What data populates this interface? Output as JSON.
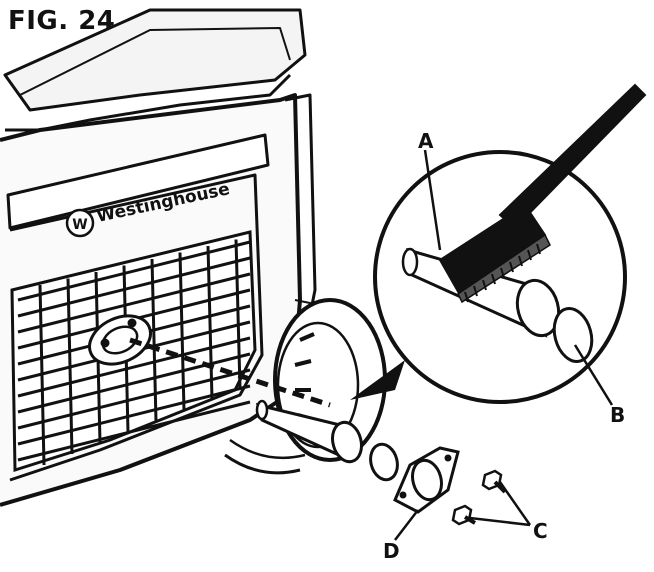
{
  "figure": {
    "title": "FIG. 24",
    "brand": "Westinghouse",
    "brand_logo_letter": "W"
  },
  "callouts": {
    "a": "A",
    "b": "B",
    "c": "C",
    "d": "D"
  },
  "icons": {
    "brush": "cleaning-brush-icon",
    "screen": "spark-arrestor-screen-icon",
    "gasket": "gasket-icon",
    "bolt": "bolt-icon",
    "cover": "muffler-cover-plate-icon"
  }
}
